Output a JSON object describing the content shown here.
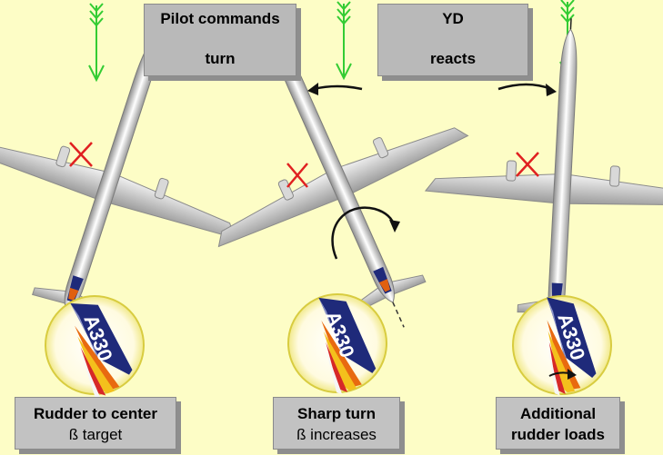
{
  "boxes": {
    "pilot": {
      "line1": "Pilot commands",
      "line2": "turn"
    },
    "yd": {
      "line1": "YD",
      "line2": "reacts"
    }
  },
  "captions": {
    "left": {
      "line1": "Rudder to center",
      "line2": "ß target"
    },
    "middle": {
      "line1": "Sharp turn",
      "line2": "ß increases"
    },
    "right": {
      "line1": "Additional",
      "line2": "rudder loads"
    }
  },
  "tail_badge": "A330",
  "colors": {
    "background": "#fdfdc6",
    "wind_arrow": "#33cc33",
    "box": "#b9b9b9",
    "tail_blue": "#1f2a7a",
    "cross": "#e02020"
  }
}
